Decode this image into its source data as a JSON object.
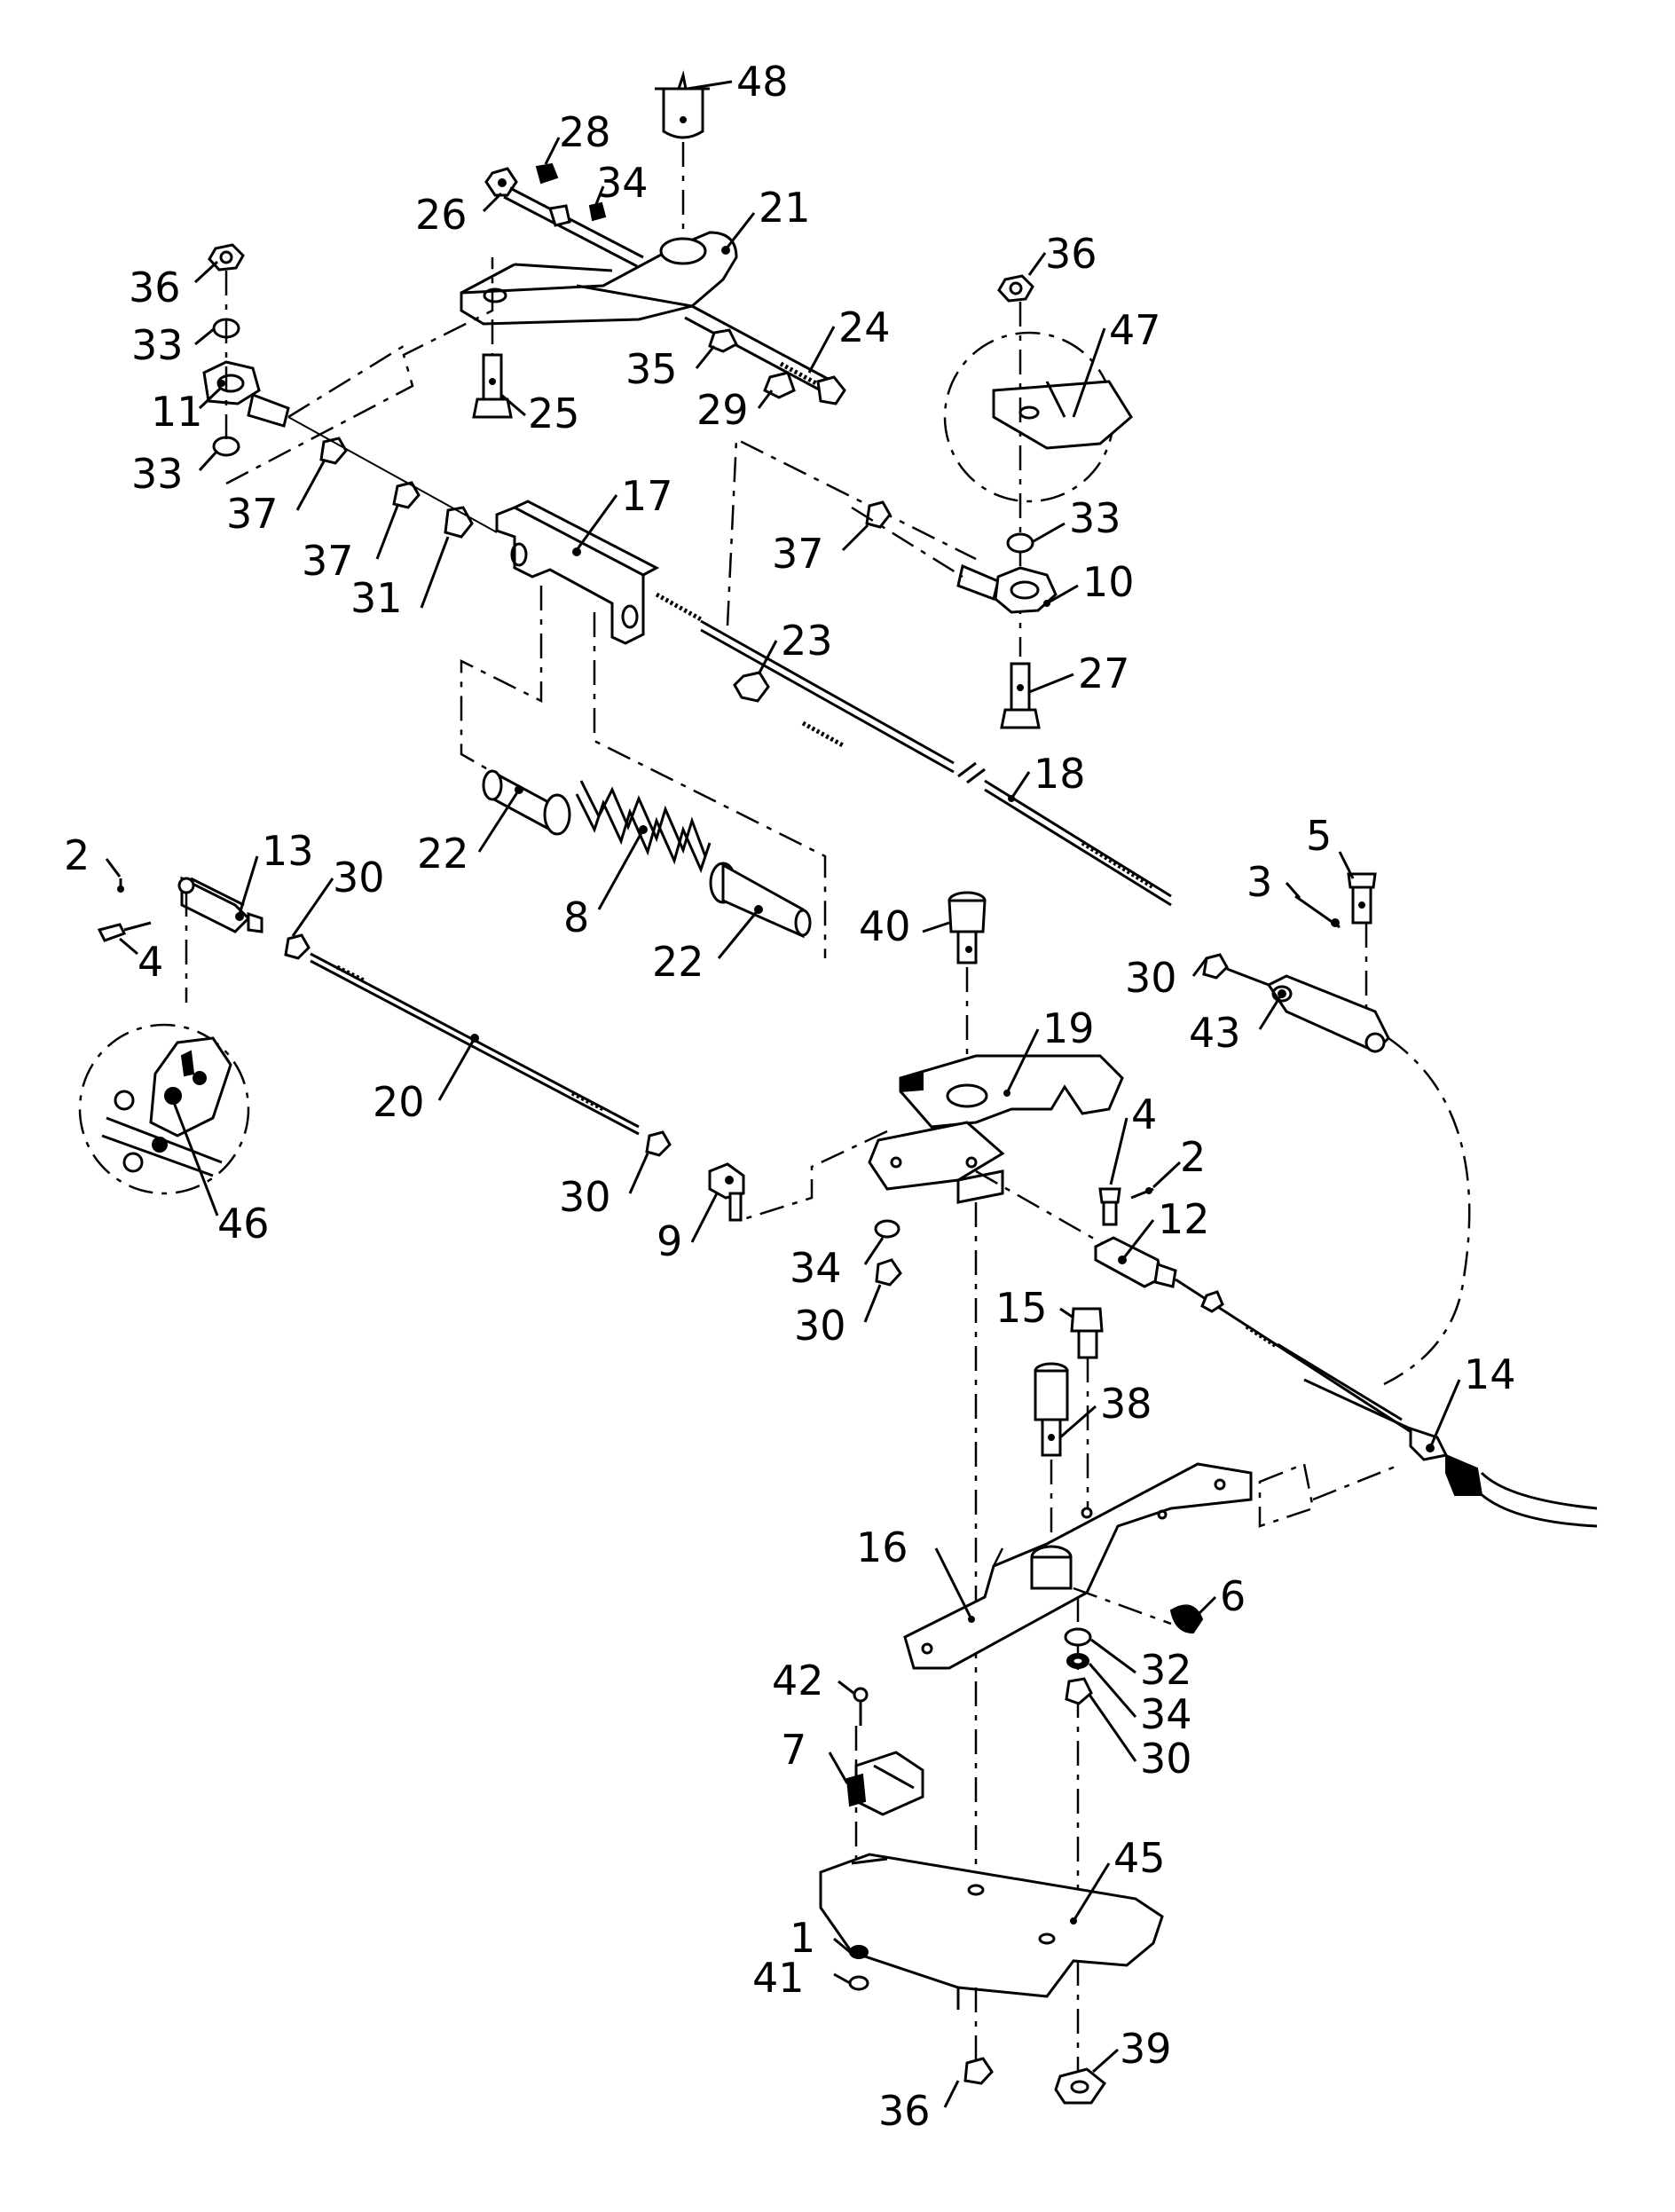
{
  "callouts": [
    {
      "id": "c48",
      "label": "48"
    },
    {
      "id": "c28",
      "label": "28"
    },
    {
      "id": "c34a",
      "label": "34"
    },
    {
      "id": "c26",
      "label": "26"
    },
    {
      "id": "c21",
      "label": "21"
    },
    {
      "id": "c36a",
      "label": "36"
    },
    {
      "id": "c36b",
      "label": "36"
    },
    {
      "id": "c47",
      "label": "47"
    },
    {
      "id": "c33a",
      "label": "33"
    },
    {
      "id": "c24",
      "label": "24"
    },
    {
      "id": "c11",
      "label": "11"
    },
    {
      "id": "c35",
      "label": "35"
    },
    {
      "id": "c29",
      "label": "29"
    },
    {
      "id": "c25",
      "label": "25"
    },
    {
      "id": "c33b",
      "label": "33"
    },
    {
      "id": "c37a",
      "label": "37"
    },
    {
      "id": "c17",
      "label": "17"
    },
    {
      "id": "c37b",
      "label": "37"
    },
    {
      "id": "c33c",
      "label": "33"
    },
    {
      "id": "c37c",
      "label": "37"
    },
    {
      "id": "c31",
      "label": "31"
    },
    {
      "id": "c10",
      "label": "10"
    },
    {
      "id": "c23",
      "label": "23"
    },
    {
      "id": "c27",
      "label": "27"
    },
    {
      "id": "c18",
      "label": "18"
    },
    {
      "id": "c5",
      "label": "5"
    },
    {
      "id": "c2a",
      "label": "2"
    },
    {
      "id": "c13",
      "label": "13"
    },
    {
      "id": "c30a",
      "label": "30"
    },
    {
      "id": "c22a",
      "label": "22"
    },
    {
      "id": "c3",
      "label": "3"
    },
    {
      "id": "c4a",
      "label": "4"
    },
    {
      "id": "c8",
      "label": "8"
    },
    {
      "id": "c22b",
      "label": "22"
    },
    {
      "id": "c40",
      "label": "40"
    },
    {
      "id": "c30b",
      "label": "30"
    },
    {
      "id": "c43",
      "label": "43"
    },
    {
      "id": "c19",
      "label": "19"
    },
    {
      "id": "c20",
      "label": "20"
    },
    {
      "id": "c4b",
      "label": "4"
    },
    {
      "id": "c2b",
      "label": "2"
    },
    {
      "id": "c30c",
      "label": "30"
    },
    {
      "id": "c9",
      "label": "9"
    },
    {
      "id": "c12",
      "label": "12"
    },
    {
      "id": "c46",
      "label": "46"
    },
    {
      "id": "c34b",
      "label": "34"
    },
    {
      "id": "c30d",
      "label": "30"
    },
    {
      "id": "c15",
      "label": "15"
    },
    {
      "id": "c14",
      "label": "14"
    },
    {
      "id": "c38",
      "label": "38"
    },
    {
      "id": "c16",
      "label": "16"
    },
    {
      "id": "c6",
      "label": "6"
    },
    {
      "id": "c32",
      "label": "32"
    },
    {
      "id": "c42",
      "label": "42"
    },
    {
      "id": "c34c",
      "label": "34"
    },
    {
      "id": "c30e",
      "label": "30"
    },
    {
      "id": "c7",
      "label": "7"
    },
    {
      "id": "c45",
      "label": "45"
    },
    {
      "id": "c1",
      "label": "1"
    },
    {
      "id": "c41",
      "label": "41"
    },
    {
      "id": "c39",
      "label": "39"
    },
    {
      "id": "c36c",
      "label": "36"
    }
  ]
}
